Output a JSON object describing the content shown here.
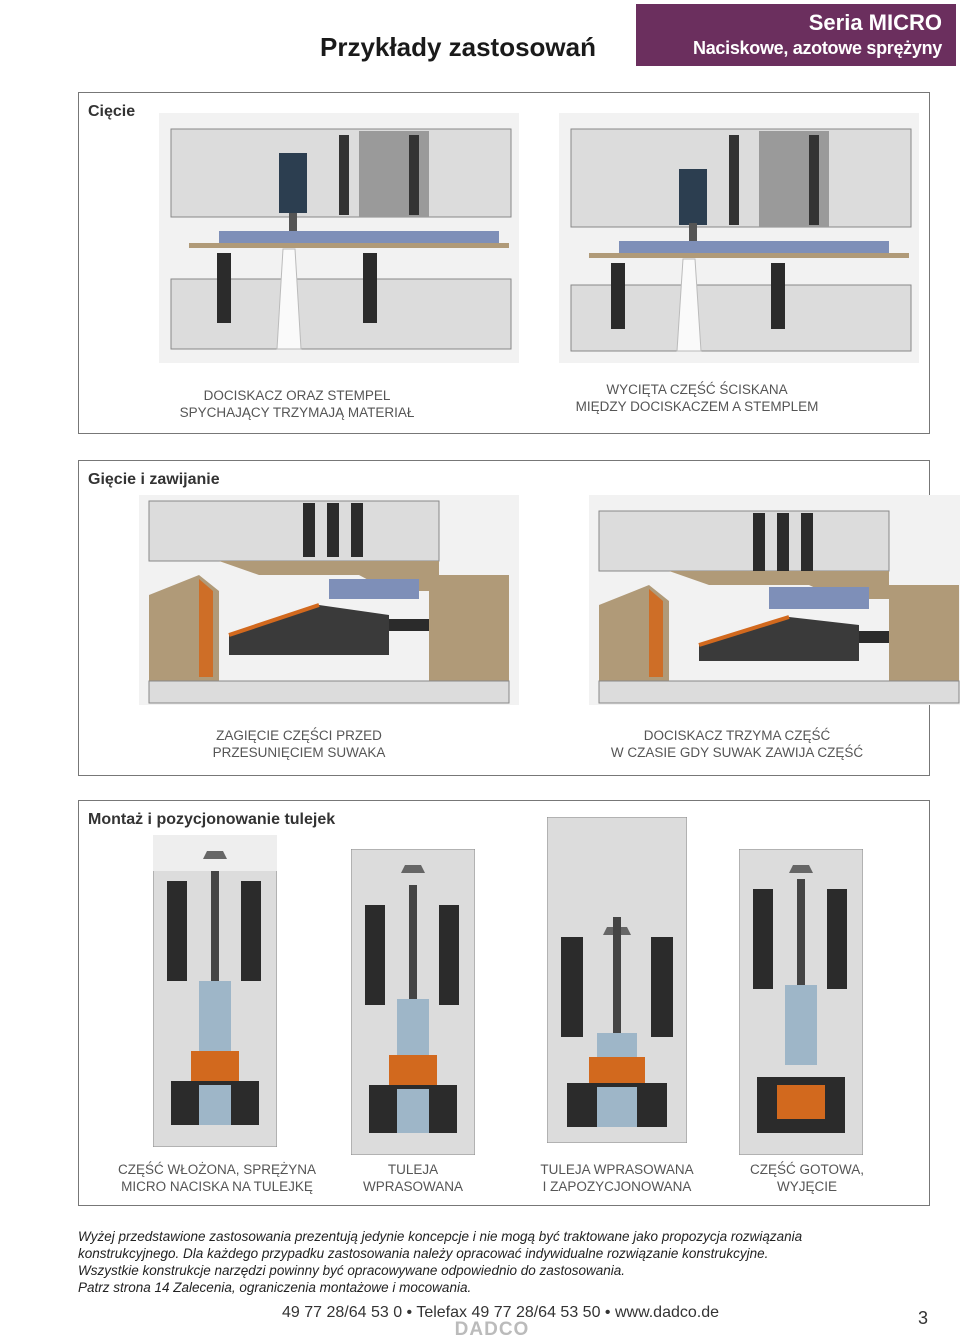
{
  "header": {
    "title": "Przykłady zastosowań",
    "series": "Seria MICRO",
    "subtitle": "Naciskowe, azotowe sprężyny gazowe"
  },
  "sections": [
    {
      "title": "Cięcie",
      "captions": [
        [
          "DOCISKACZ ORAZ  STEMPEL",
          "SPYCHAJĄCY TRZYMAJĄ MATERIAŁ"
        ],
        [
          "WYCIĘTA CZĘŚĆ ŚCISKANA",
          "MIĘDZY DOCISKACZEM A STEMPLEM"
        ]
      ]
    },
    {
      "title": "Gięcie i zawijanie",
      "captions": [
        [
          "ZAGIĘCIE CZĘŚCI PRZED",
          "PRZESUNIĘCIEM SUWAKA"
        ],
        [
          "DOCISKACZ TRZYMA CZĘŚĆ",
          "W CZASIE GDY SUWAK ZAWIJA CZĘŚĆ"
        ]
      ]
    },
    {
      "title": "Montaż i pozycjonowanie tulejek",
      "captions": [
        [
          "CZĘŚĆ WŁOŻONA, SPRĘŻYNA",
          "MICRO NACISKA NA TULEJKĘ"
        ],
        [
          "TULEJA",
          "WPRASOWANA"
        ],
        [
          "TULEJA WPRASOWANA",
          "I ZAPOZYCJONOWANA"
        ],
        [
          "CZĘŚĆ GOTOWA,",
          "WYJĘCIE"
        ]
      ]
    }
  ],
  "footnote": [
    "Wyżej przedstawione zastosowania prezentują jedynie koncepcje i nie mogą być traktowane jako propozycja rozwiązania",
    "konstrukcyjnego. Dla każdego przypadku zastosowania należy opracować indywidualne rozwiązanie konstrukcyjne.",
    "Wszystkie konstrukcje narzędzi powinny być opracowywane odpowiednio do zastosowania.",
    "Patrz strona 14 Zalecenia, ograniczenia montażowe i mocowania."
  ],
  "footer": {
    "contact": "49 77 28/64 53 0 • Telefax 49 77 28/64 53 50 • www.dadco.de",
    "logo": "DADCO",
    "page": "3"
  },
  "colors": {
    "accent": "#6b2f5e",
    "die_grey": "#dcdcdc",
    "blue_plate": "#7e8fb8",
    "tan": "#b09a78",
    "orange": "#d2691e",
    "spring_dark": "#2b2b2b"
  }
}
